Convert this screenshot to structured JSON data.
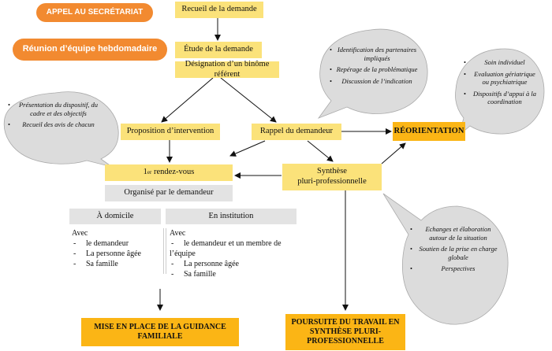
{
  "pills": {
    "appel": "APPEL AU SECRÉTARIAT",
    "reunion": "Réunion d’équipe hebdomadaire"
  },
  "flow": {
    "recueil": "Recueil de la demande",
    "etude": "Étude de la demande",
    "designation": "Désignation d’un binôme référent",
    "proposition": "Proposition d’intervention",
    "rappel": "Rappel du demandeur",
    "reorientation": "RÉORIENTATION",
    "rdv_prefix": "1",
    "rdv_sup": "er",
    "rdv_suffix": " rendez-vous",
    "organise": "Organisé par le demandeur",
    "synthese_line1": "Synthèse",
    "synthese_line2": "pluri-professionnelle",
    "domicile": "À domicile",
    "institution": "En institution",
    "guidance": "MISE EN PLACE DE LA GUIDANCE FAMILIALE",
    "poursuite": "POURSUITE DU TRAVAIL EN SYNTHÈSE PLURI-PROFESSIONNELLE"
  },
  "domicile_list": {
    "heading": "Avec",
    "items": [
      "le demandeur",
      "La personne âgée",
      "Sa famille"
    ]
  },
  "institution_list": {
    "heading": "Avec",
    "items": [
      "le demandeur et un membre de l’équipe",
      "La personne âgée",
      "Sa famille"
    ]
  },
  "bubbles": {
    "left": [
      "Présentation du dispositif, du cadre et des objectifs",
      "Recueil des avis de chacun"
    ],
    "top": [
      "Identification des partenaires impliqués",
      "Repérage de la problématique",
      "Discussion de l’indication"
    ],
    "right": [
      "Soin individuel",
      "Evaluation gériatrique ou psychiatrique",
      "Dispositifs d’appui à la coordination"
    ],
    "bottom": [
      "Echanges et élaboration autour de la situation",
      "Soutien de la prise en charge globale",
      "Perspectives"
    ]
  },
  "colors": {
    "yellow": "#fbe27a",
    "orange": "#fbb515",
    "pill": "#f28a30",
    "grey": "#e3e3e3",
    "bubble": "#dcdcdc"
  }
}
